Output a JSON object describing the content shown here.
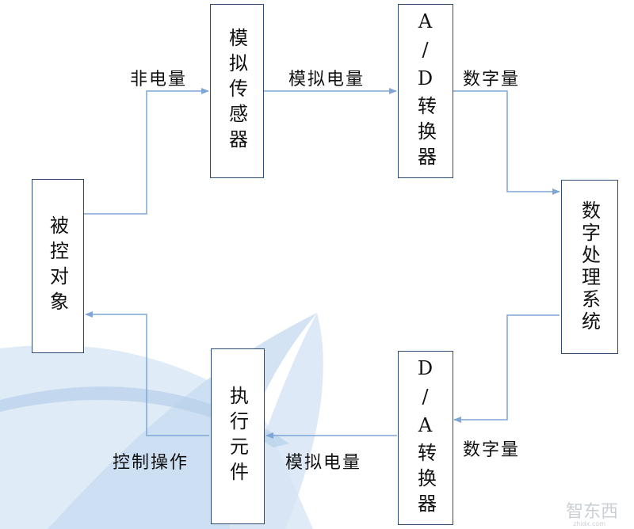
{
  "diagram": {
    "nodes": {
      "sensor": "模拟传感器",
      "adc": "A/D转换器",
      "processor": "数字处理系统",
      "dac": "D/A转换器",
      "actuator": "执行元件",
      "plant": "被控对象"
    },
    "edges": {
      "plant_to_sensor": "非电量",
      "sensor_to_adc": "模拟电量",
      "adc_to_processor": "数字量",
      "processor_to_dac": "数字量",
      "dac_to_actuator": "模拟电量",
      "actuator_to_plant": "控制操作"
    }
  },
  "watermark": {
    "logo_text": "智东西",
    "url_text": "zhidx.com"
  },
  "colors": {
    "box_border": "#2d4a73",
    "arrow": "#7fa6d6",
    "decor": "#c8dcf0"
  }
}
